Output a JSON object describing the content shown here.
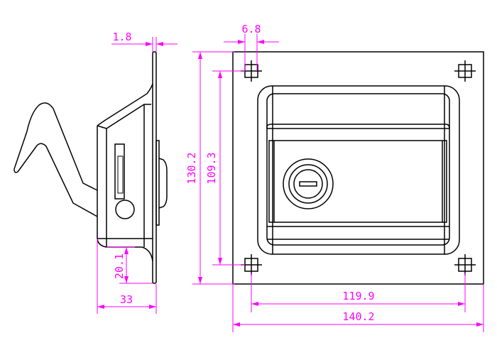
{
  "colors": {
    "outline": "#000000",
    "dimension": "#ff00ff"
  },
  "dimensions": {
    "plate_thickness": "1.8",
    "hole_size": "6.8",
    "plate_height": "130.2",
    "hole_spacing_vertical": "109.3",
    "hole_spacing_horizontal": "119.9",
    "plate_width": "140.2",
    "flange_height": "20.1",
    "depth": "33"
  }
}
